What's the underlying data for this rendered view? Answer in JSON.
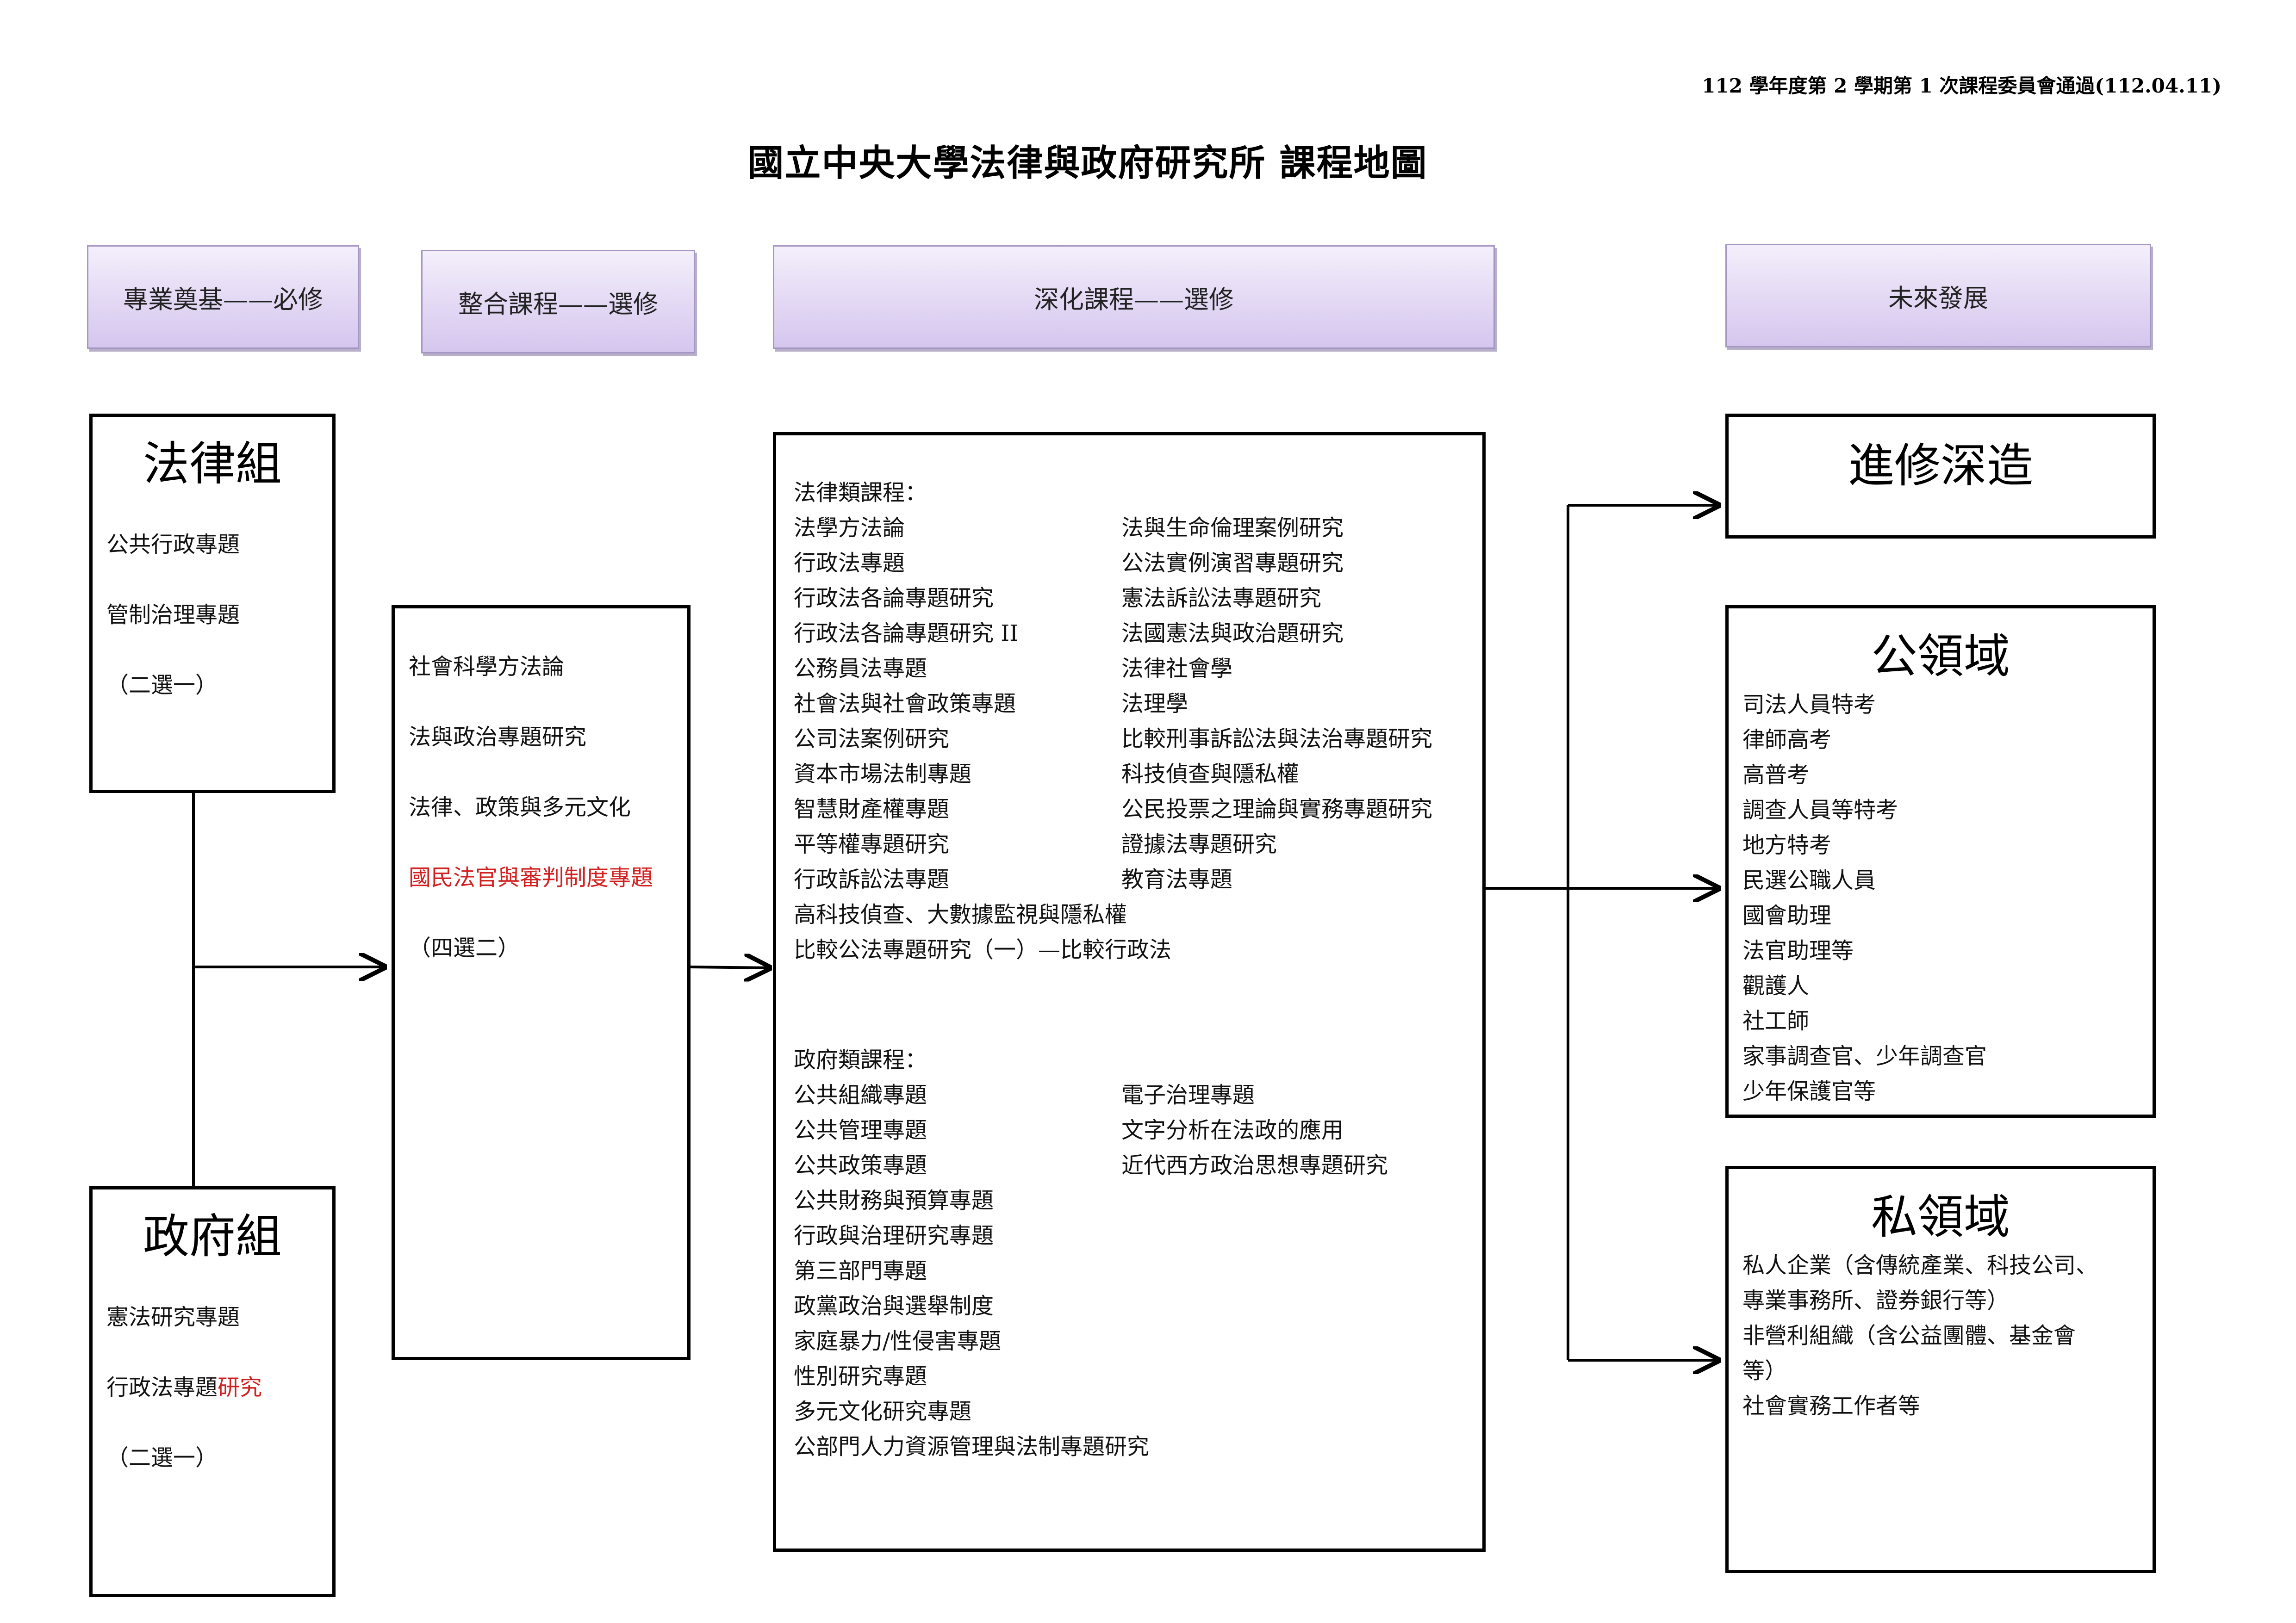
{
  "note": "112 學年度第 2 學期第 1 次課程委員會通過(112.04.11)",
  "title": "國立中央大學法律與政府研究所  課程地圖",
  "headers": {
    "foundation": "專業奠基——必修",
    "integration": "整合課程——選修",
    "advanced": "深化課程——選修",
    "future": "未來發展"
  },
  "law_group": {
    "title": "法律組",
    "items": [
      "公共行政專題",
      "管制治理專題",
      "（二選一）"
    ]
  },
  "gov_group": {
    "title": "政府組",
    "items": [
      "憲法研究專題",
      "（二選一）"
    ],
    "item2_prefix": "行政法專題",
    "item2_red": "研究"
  },
  "integration": {
    "items": [
      "社會科學方法論",
      "法與政治專題研究",
      "法律、政策與多元文化",
      "國民法官與審判制度專題",
      "（四選二）"
    ]
  },
  "advanced": {
    "law_label": "法律類課程：",
    "law_left": [
      "法學方法論",
      "行政法專題",
      "行政法各論專題研究",
      "行政法各論專題研究 II",
      "公務員法專題",
      "社會法與社會政策專題",
      "公司法案例研究",
      "資本市場法制專題",
      "智慧財產權專題",
      "平等權專題研究",
      "行政訴訟法專題",
      "高科技偵查、大數據監視與隱私權",
      "比較公法專題研究（一）—比較行政法"
    ],
    "law_right": [
      "法與生命倫理案例研究",
      "公法實例演習專題研究",
      "憲法訴訟法專題研究",
      "法國憲法與政治題研究",
      "法律社會學",
      "法理學",
      "比較刑事訴訟法與法治專題研究",
      "科技偵查與隱私權",
      "公民投票之理論與實務專題研究",
      "證據法專題研究",
      "教育法專題"
    ],
    "gov_label": "政府類課程：",
    "gov_left": [
      "公共組織專題",
      "公共管理專題",
      "公共政策專題",
      "公共財務與預算專題",
      "行政與治理研究專題",
      "第三部門專題",
      "政黨政治與選舉制度",
      "家庭暴力/性侵害專題",
      "性別研究專題",
      "多元文化研究專題",
      "公部門人力資源管理與法制專題研究"
    ],
    "gov_right": [
      "電子治理專題",
      "文字分析在法政的應用",
      "近代西方政治思想專題研究"
    ]
  },
  "future": {
    "study": {
      "title": "進修深造"
    },
    "public": {
      "title": "公領域",
      "items": [
        "司法人員特考",
        "律師高考",
        "高普考",
        "調查人員等特考",
        "地方特考",
        "民選公職人員",
        "國會助理",
        "法官助理等",
        "觀護人",
        "社工師",
        "家事調查官、少年調查官",
        "少年保護官等"
      ]
    },
    "private": {
      "title": "私領域",
      "items": [
        "私人企業（含傳統產業、科技公司、",
        "專業事務所、證券銀行等）",
        "非營利組織（含公益團體、基金會",
        "等）",
        "社會實務工作者等"
      ]
    }
  }
}
